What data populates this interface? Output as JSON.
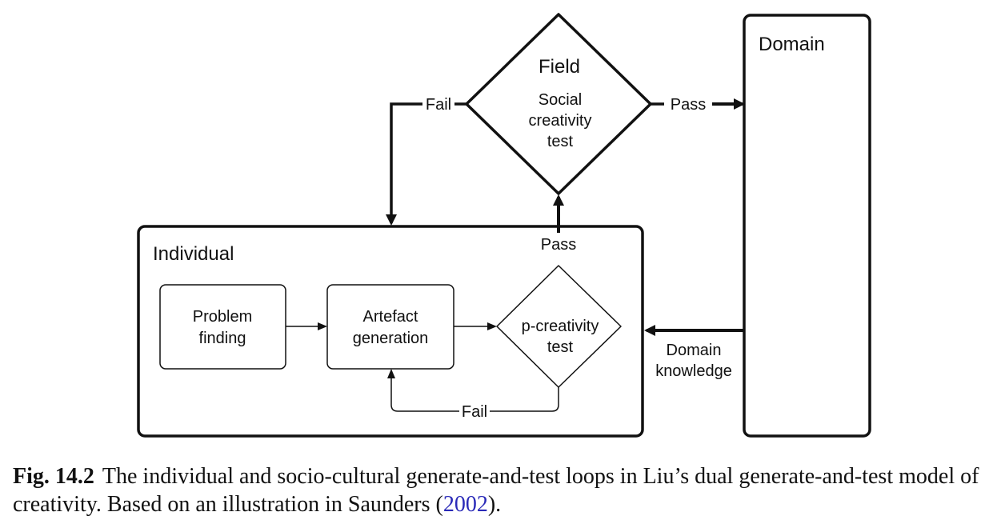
{
  "diagram": {
    "domain_box": {
      "label": "Domain"
    },
    "field": {
      "title": "Field",
      "line1": "Social",
      "line2": "creativity",
      "line3": "test",
      "pass_label": "Pass",
      "fail_label": "Fail"
    },
    "individual": {
      "label": "Individual",
      "problem_finding": {
        "line1": "Problem",
        "line2": "finding"
      },
      "artefact_generation": {
        "line1": "Artefact",
        "line2": "generation"
      },
      "p_creativity": {
        "line1": "p-creativity",
        "line2": "test",
        "pass_label": "Pass",
        "fail_label": "Fail"
      }
    },
    "domain_knowledge": {
      "line1": "Domain",
      "line2": "knowledge"
    }
  },
  "caption": {
    "figure_number": "Fig. 14.2",
    "text_part1": "The individual and socio-cultural generate-and-test loops in Liu’s dual generate-and-test model of creativity. Based on an illustration in Saunders (",
    "citation_year": "2002",
    "text_part2": ")."
  }
}
